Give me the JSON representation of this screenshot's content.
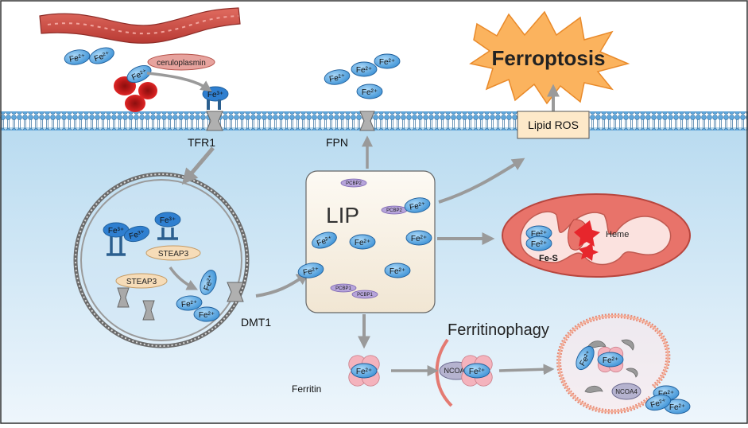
{
  "diagram": {
    "labels": {
      "tfr1": "TFR1",
      "fpn": "FPN",
      "dmt1": "DMT1",
      "ferritin": "Ferritin",
      "lip": "LIP",
      "lipid_ros": "Lipid ROS",
      "ferroptosis": "Ferroptosis",
      "ferritinophagy": "Ferritinophagy",
      "ceruloplasmin": "ceruloplasmin",
      "heme": "Heme",
      "fe_s": "Fe-S",
      "steap3": "STEAP3",
      "ncoa4": "NCOA4",
      "pcbp2": "PCBP2",
      "pcbp1": "PCBP1",
      "fe2": "Fe²⁺",
      "fe3": "Fe³⁺"
    },
    "colors": {
      "membrane": "#4a9ad1",
      "cytoplasm_top": "#bcdcf0",
      "cytoplasm_bottom": "#e9f4fb",
      "ion_fill": "#5aa9e6",
      "lip_box": "#f8f1e6",
      "lipid_ros_box": "#fde9c9",
      "ferroptosis_burst": "#fbb35e",
      "mitochondrion": "#e8736a",
      "vessel": "#d6534a",
      "rbc": "#d81e1e",
      "arrow": "#9e9e9e"
    }
  }
}
